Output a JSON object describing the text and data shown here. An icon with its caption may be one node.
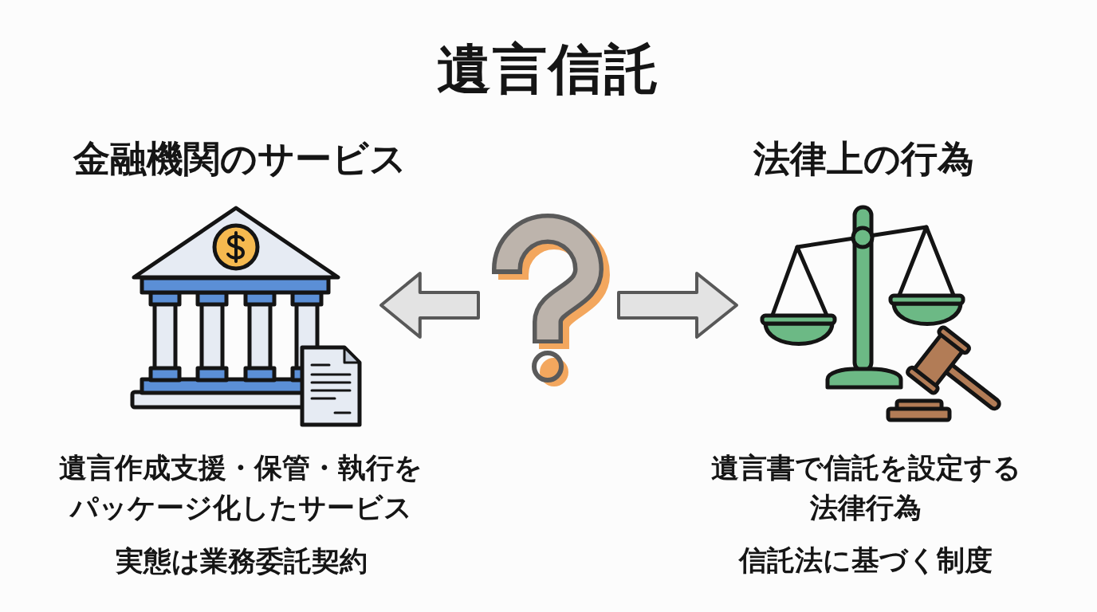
{
  "diagram": {
    "title": "遺言信託",
    "nodes": [
      {
        "text": [],
        "shape": "picture",
        "beside": [
          "金融機関のサービス",
          "遺言作成支援・保管・執行をパッケージ化したサービス",
          "実態は業務委託契約"
        ]
      },
      {
        "text": [],
        "shape": "picture"
      },
      {
        "text": [],
        "shape": "picture",
        "beside": [
          "法律上の行為",
          "遺言書で信託を設定する法律行為",
          "信託法に基づく制度"
        ]
      }
    ],
    "edges": [
      {
        "from": 1,
        "to": 0,
        "arrow": "to"
      },
      {
        "from": 1,
        "to": 2,
        "arrow": "to"
      }
    ]
  }
}
